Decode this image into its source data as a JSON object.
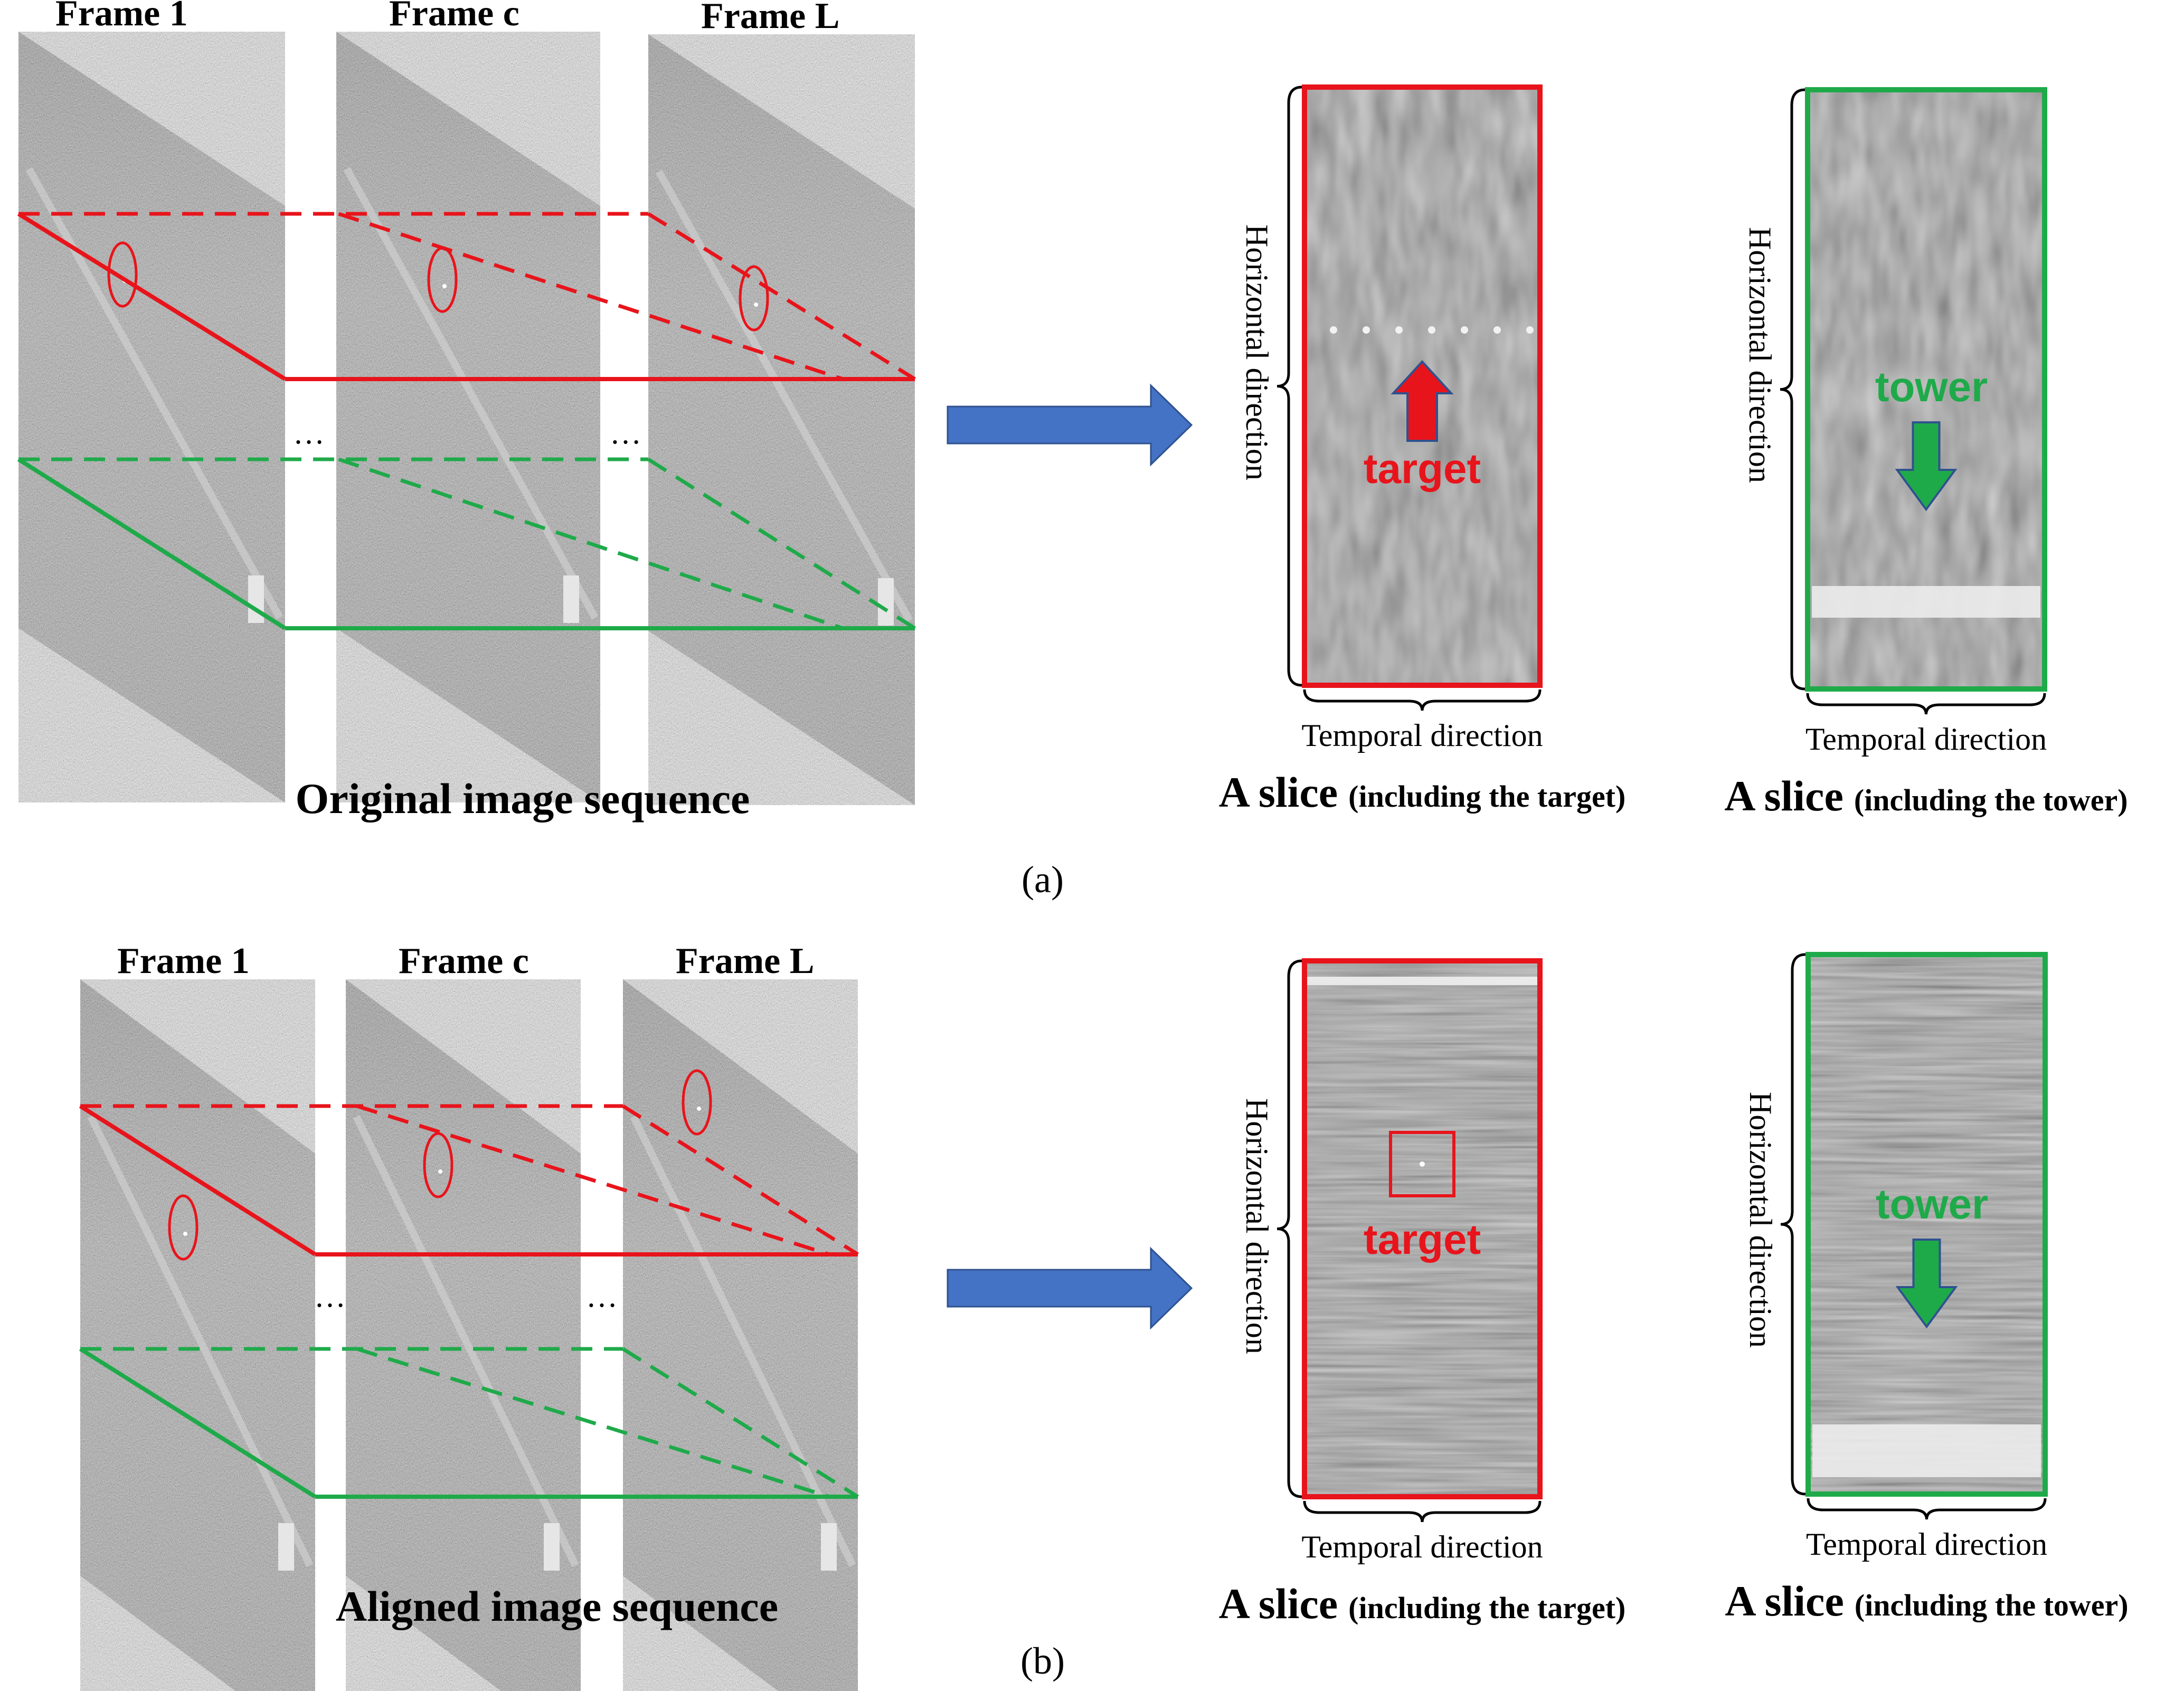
{
  "colors": {
    "red": "#e8141b",
    "green": "#1faa4a",
    "arrow_blue": "#4472c4",
    "arrow_blue_edge": "#2f528f",
    "frame_gray": "#7a7a7a",
    "slice_gray": "#8c8c8c"
  },
  "panels": [
    {
      "id": "a",
      "frames": [
        "Frame 1",
        "Frame c",
        "Frame L"
      ],
      "ellipsis": "…",
      "sequence_caption": "Original image sequence",
      "slices": [
        {
          "border": "red",
          "vertical_label": "Horizontal direction",
          "horizontal_label": "Temporal direction",
          "caption_main": "A slice",
          "caption_sub": "(including the target)",
          "marker_text": "target",
          "marker_icon": "arrow-up-icon"
        },
        {
          "border": "green",
          "vertical_label": "Horizontal direction",
          "horizontal_label": "Temporal direction",
          "caption_main": "A slice",
          "caption_sub": "(including the tower)",
          "marker_text": "tower",
          "marker_icon": "arrow-down-icon"
        }
      ],
      "panel_label": "(a)"
    },
    {
      "id": "b",
      "frames": [
        "Frame 1",
        "Frame c",
        "Frame L"
      ],
      "ellipsis": "…",
      "sequence_caption": "Aligned image sequence",
      "slices": [
        {
          "border": "red",
          "vertical_label": "Horizontal direction",
          "horizontal_label": "Temporal direction",
          "caption_main": "A slice",
          "caption_sub": "(including the target)",
          "marker_text": "target",
          "marker_icon": "box-icon"
        },
        {
          "border": "green",
          "vertical_label": "Horizontal direction",
          "horizontal_label": "Temporal direction",
          "caption_main": "A slice",
          "caption_sub": "(including the tower)",
          "marker_text": "tower",
          "marker_icon": "arrow-down-icon"
        }
      ],
      "panel_label": "(b)"
    }
  ]
}
